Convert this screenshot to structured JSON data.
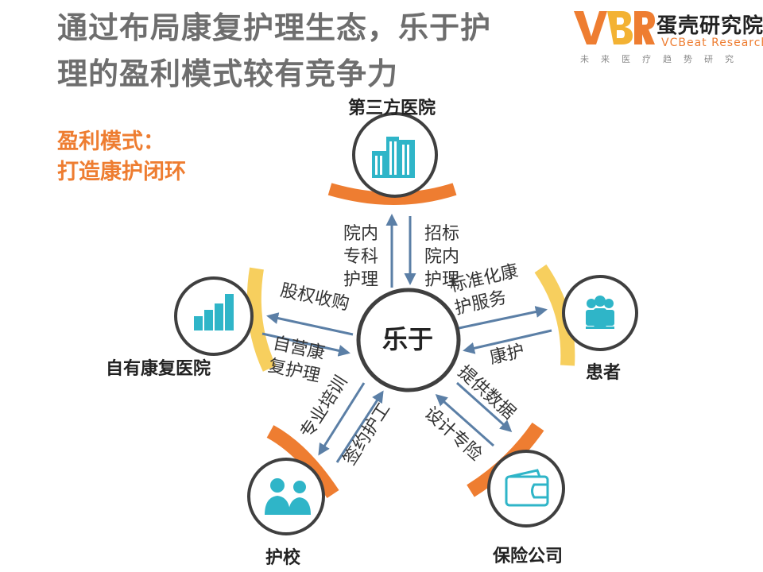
{
  "slide": {
    "title_line1": "通过布局康复护理生态，乐于护",
    "title_line2": "理的盈利模式较有竞争力",
    "subtitle_line1": "盈利模式：",
    "subtitle_line2": "打造康护闭环"
  },
  "logo": {
    "mark_text": "VBR",
    "cn": "蛋壳研究院",
    "en": "VCBeat Research",
    "tagline": "未来医疗趋势研究"
  },
  "center": {
    "label": "乐于"
  },
  "nodes": {
    "hospital": {
      "label": "第三方医院",
      "icon": "buildings-icon"
    },
    "patient": {
      "label": "患者",
      "icon": "people-group-icon"
    },
    "insurance": {
      "label": "保险公司",
      "icon": "wallet-icon"
    },
    "school": {
      "label": "护校",
      "icon": "nurses-icon"
    },
    "rehab": {
      "label": "自有康复医院",
      "icon": "bar-chart-icon"
    }
  },
  "edges": {
    "hospital_out": [
      "院内",
      "专科",
      "护理"
    ],
    "hospital_in": [
      "招标",
      "院内",
      "护理"
    ],
    "patient_out": [
      "标准化康",
      "护服务"
    ],
    "patient_in": "康护",
    "insurance_out": "提供数据",
    "insurance_in": "设计专险",
    "school_out": "专业培训",
    "school_in": "签约护工",
    "rehab_out": "股权收购",
    "rehab_in": [
      "自营康",
      "复护理"
    ]
  },
  "colors": {
    "title": "#6e6e6e",
    "accent_orange": "#ee7d31",
    "accent_yellow": "#f7cf5e",
    "arrow": "#5b7fa6",
    "icon_teal": "#2fb5c8",
    "ring": "#3f3f3f"
  }
}
